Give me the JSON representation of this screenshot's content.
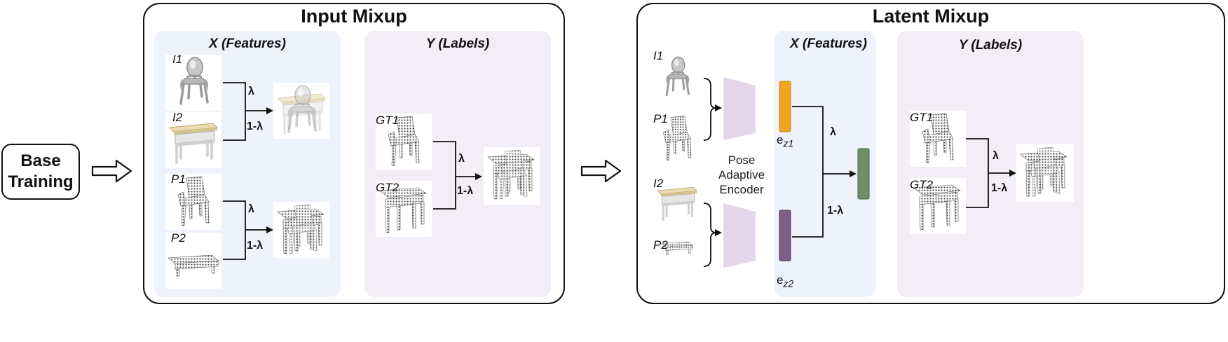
{
  "base": {
    "line1": "Base",
    "line2": "Training"
  },
  "input_mixup": {
    "title": "Input Mixup",
    "x_title": "X (Features)",
    "y_title": "Y (Labels)",
    "labels": {
      "i1": "I1",
      "i2": "I2",
      "p1": "P1",
      "p2": "P2",
      "gt1": "GT1",
      "gt2": "GT2"
    },
    "lambda": "λ",
    "one_minus_lambda": "1-λ"
  },
  "latent_mixup": {
    "title": "Latent Mixup",
    "x_title": "X (Features)",
    "y_title": "Y (Labels)",
    "labels": {
      "i1": "I1",
      "p1": "P1",
      "i2": "I2",
      "p2": "P2",
      "gt1": "GT1",
      "gt2": "GT2"
    },
    "encoder": [
      "Pose",
      "Adaptive",
      "Encoder"
    ],
    "ez1": {
      "base": "e",
      "sub": "z1"
    },
    "ez2": {
      "base": "e",
      "sub": "z2"
    },
    "lambda": "λ",
    "one_minus_lambda": "1-λ"
  },
  "colors": {
    "features_panel": "#eef2fb",
    "labels_panel": "#f3eef5",
    "encoder": "#e3d6ea",
    "ez1": "#f0a521",
    "ez2": "#7c5e86",
    "mixed": "#6f8f68"
  },
  "icons": [
    "chair-image-icon",
    "desk-image-icon",
    "chair-pointcloud-icon",
    "desk-pointcloud-icon",
    "arrow-right-icon"
  ]
}
